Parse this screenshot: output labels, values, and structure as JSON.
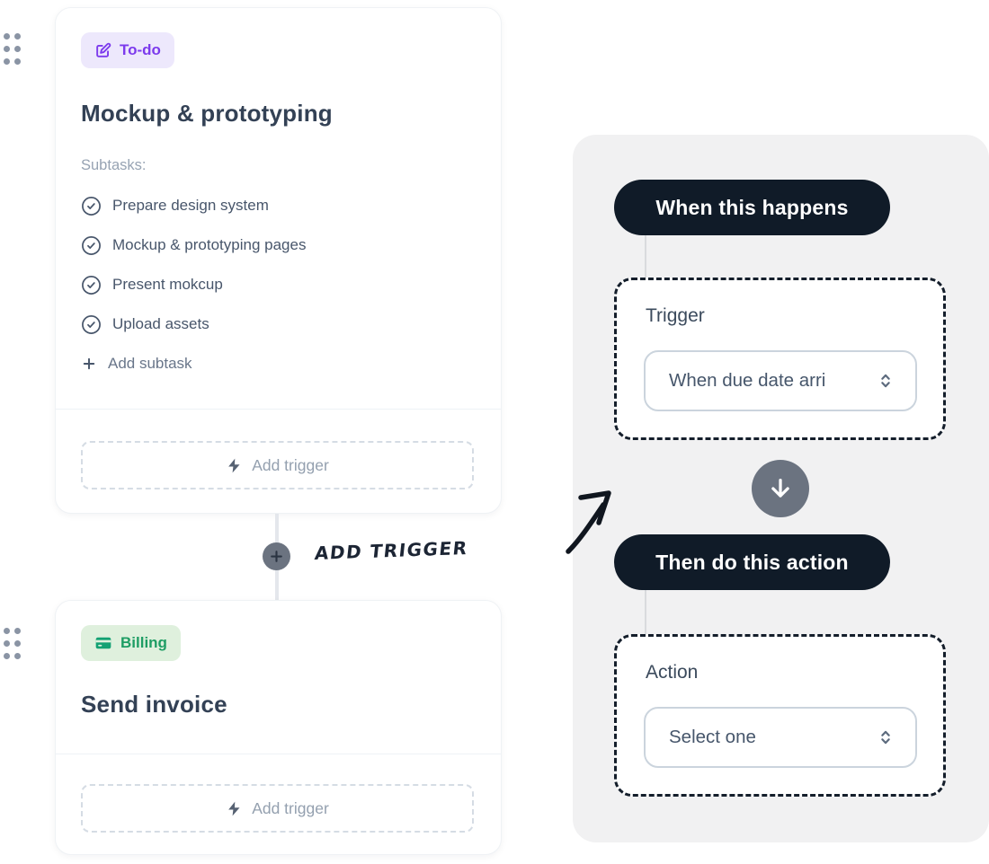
{
  "colors": {
    "accent_purple": "#7C3AED",
    "accent_green": "#1E9D64",
    "pill_dark": "#101B28",
    "panel_gray": "#F1F1F2",
    "node_gray": "#6B7380",
    "muted_text": "#94A0AF"
  },
  "icons": {
    "drag_handle": "drag-handle-icon",
    "todo_badge": "edit-icon",
    "billing_badge": "credit-card-icon",
    "subtask": "check-circle-icon",
    "add_subtask": "plus-icon",
    "add_trigger": "lightning-bolt-icon",
    "plus_node": "plus-icon",
    "down_node": "arrow-down-icon",
    "select": "chevron-up-down-icon",
    "annotation": "sketch-arrow-icon"
  },
  "task_card_top": {
    "badge_label": "To-do",
    "title": "Mockup & prototyping",
    "subtasks_label": "Subtasks:",
    "subtasks": [
      "Prepare design system",
      "Mockup & prototyping pages",
      "Present mokcup",
      "Upload assets"
    ],
    "add_subtask_label": "Add subtask",
    "add_trigger_label": "Add trigger"
  },
  "connector": {
    "note_text": "ADD TRIGGER"
  },
  "task_card_bottom": {
    "badge_label": "Billing",
    "title": "Send invoice",
    "add_trigger_label": "Add trigger"
  },
  "automation_panel": {
    "when_pill_label": "When this happens",
    "then_pill_label": "Then do this action",
    "trigger_box": {
      "label": "Trigger",
      "select_value": "When due date arri"
    },
    "action_box": {
      "label": "Action",
      "select_value": "Select one"
    }
  }
}
